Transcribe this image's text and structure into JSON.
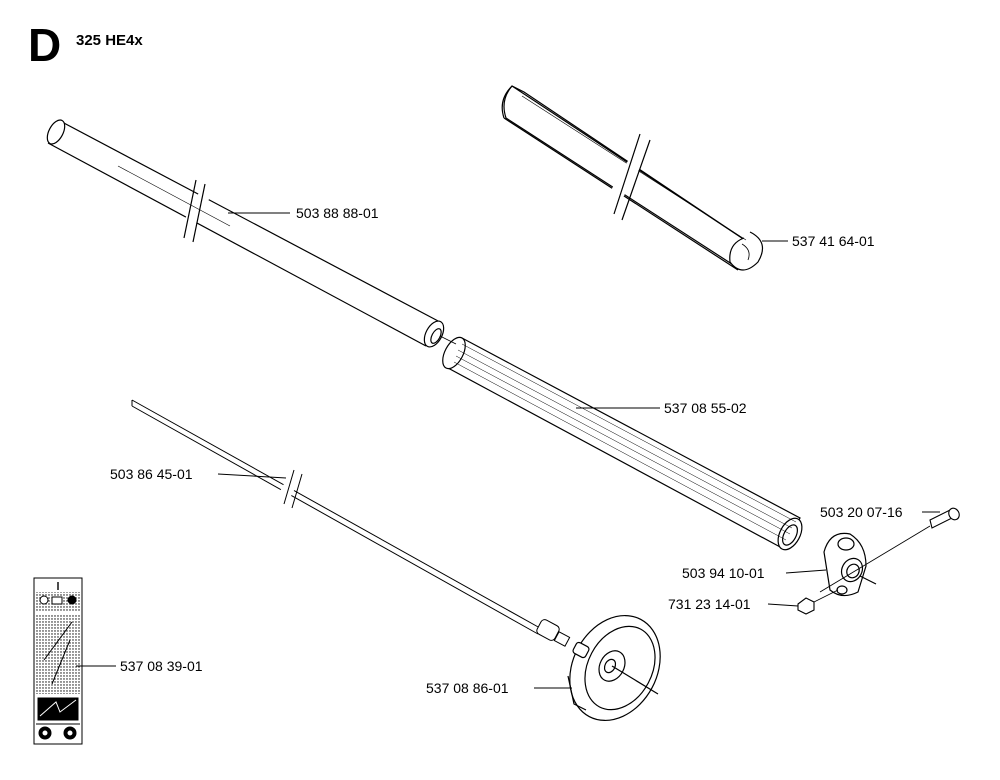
{
  "header": {
    "section_letter": "D",
    "model": "325 HE4x"
  },
  "parts": [
    {
      "id": "tube",
      "number": "503 88 88-01"
    },
    {
      "id": "shaft",
      "number": "537 41 64-01"
    },
    {
      "id": "grip",
      "number": "537 08 55-02"
    },
    {
      "id": "screw",
      "number": "503 20 07-16"
    },
    {
      "id": "drive",
      "number": "503 86 45-01"
    },
    {
      "id": "clamp",
      "number": "503 94 10-01"
    },
    {
      "id": "nut",
      "number": "731 23 14-01"
    },
    {
      "id": "decal",
      "number": "537 08 39-01"
    },
    {
      "id": "cover",
      "number": "537 08 86-01"
    }
  ],
  "colors": {
    "line": "#000000",
    "background": "#ffffff"
  }
}
